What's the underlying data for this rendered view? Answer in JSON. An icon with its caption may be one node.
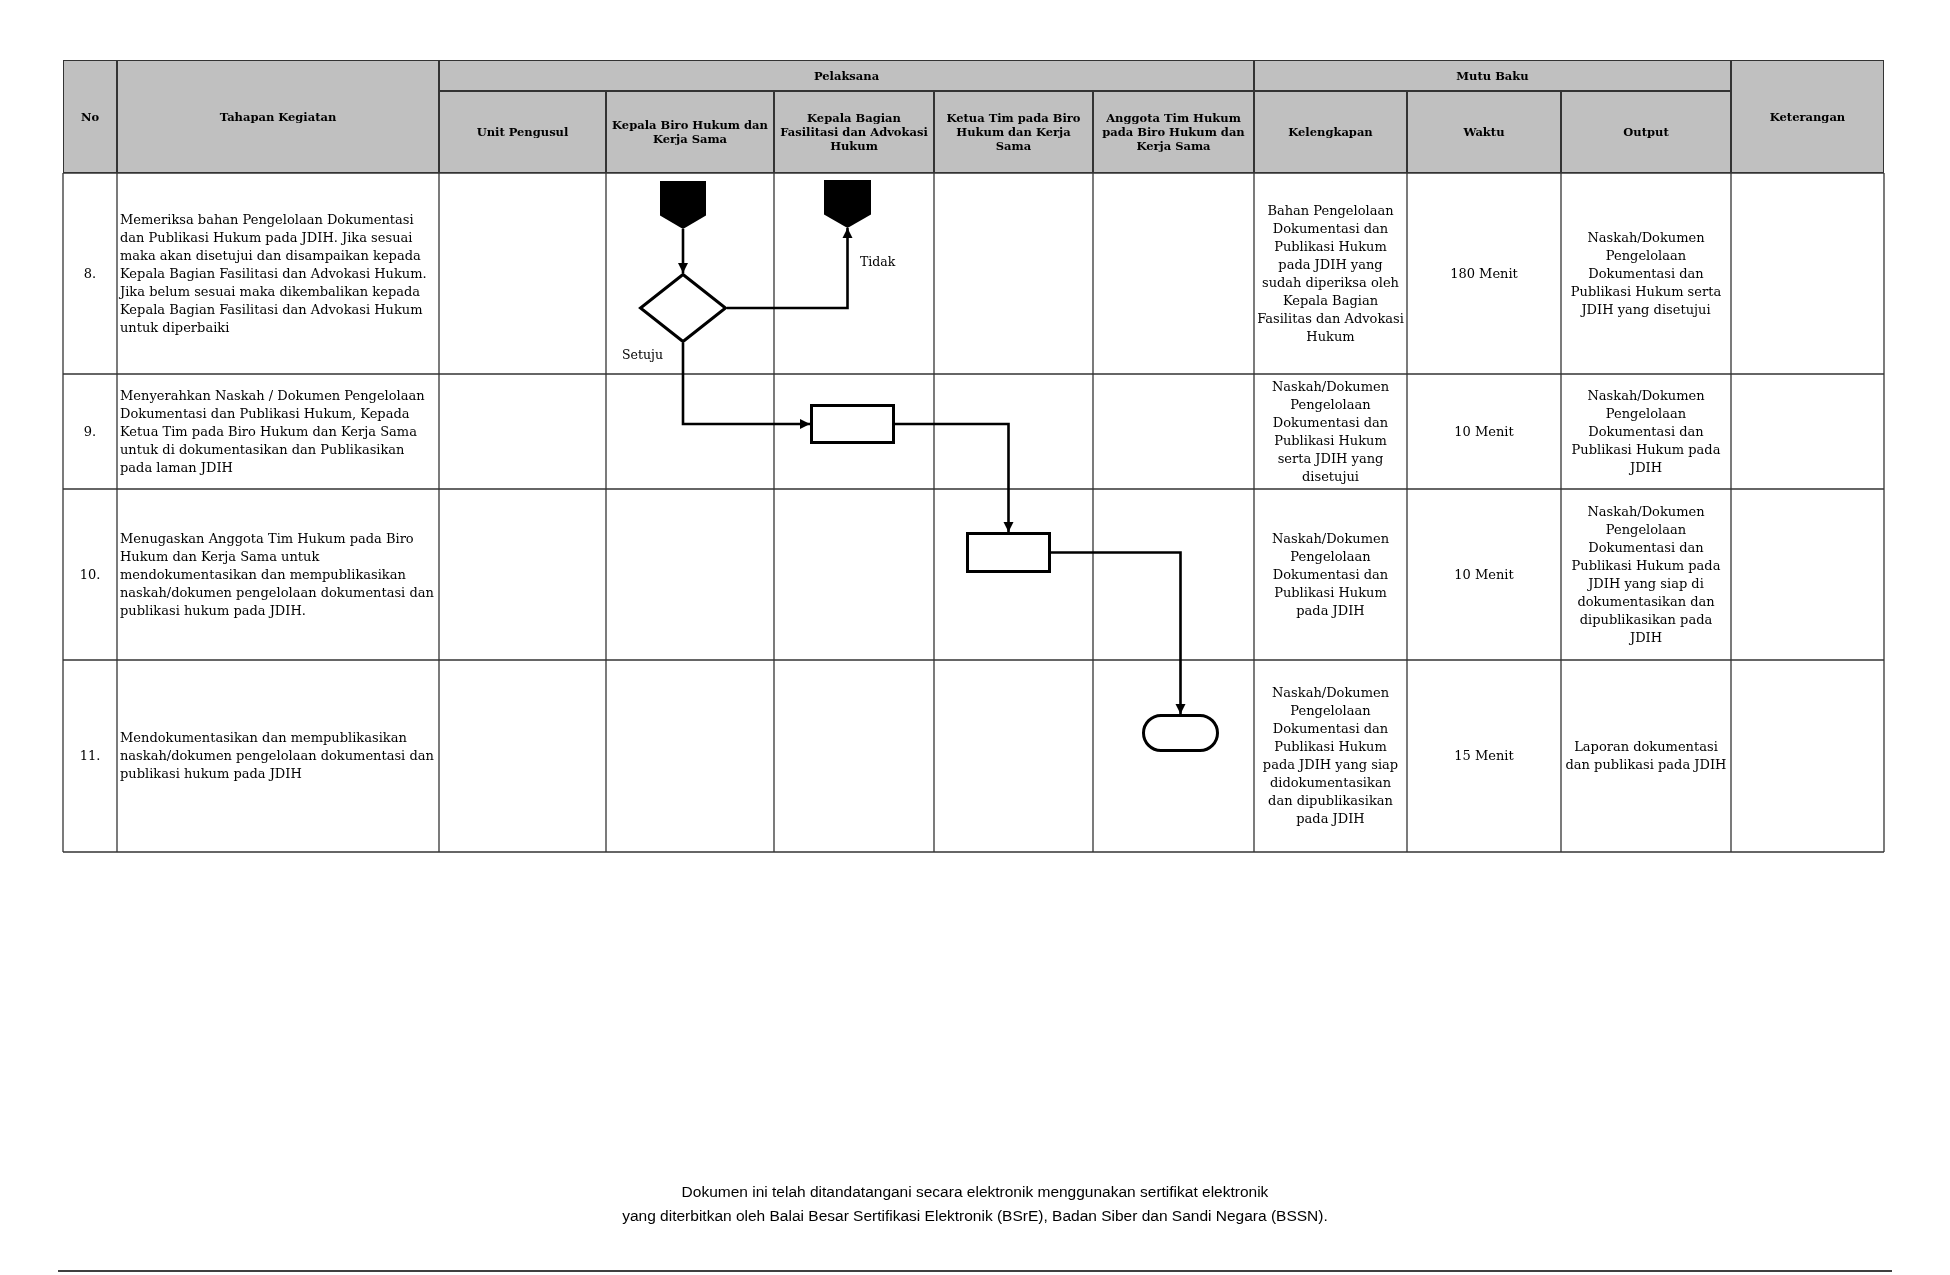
{
  "diagram": {
    "nodes": [
      {
        "text": [],
        "shape": "pentagon"
      },
      {
        "text": [],
        "shape": "diamond"
      },
      {
        "text": [],
        "shape": "pentagon"
      },
      {
        "text": [],
        "shape": "box"
      },
      {
        "text": [],
        "shape": "box"
      },
      {
        "text": [],
        "shape": "capsule"
      }
    ],
    "edges": [
      {
        "from": 0,
        "to": 1,
        "arrow": "to"
      },
      {
        "from": 1,
        "to": 2,
        "arrow": "to",
        "label": "Tidak"
      },
      {
        "from": 1,
        "to": 3,
        "arrow": "to",
        "label": "Setuju"
      },
      {
        "from": 3,
        "to": 4,
        "arrow": "to"
      },
      {
        "from": 4,
        "to": 5,
        "arrow": "to"
      }
    ],
    "labels": [
      "No",
      "Tahapan Kegiatan",
      "Pelaksana",
      "Mutu Baku",
      "Keterangan",
      "Unit Pengusul",
      "Kepala Biro Hukum dan Kerja Sama",
      "Kepala Bagian Fasilitasi dan Advokasi Hukum",
      "Ketua Tim pada Biro Hukum dan Kerja Sama",
      "Anggota Tim Hukum pada Biro Hukum dan Kerja Sama",
      "Kelengkapan",
      "Waktu",
      "Output",
      "8.",
      "Memeriksa bahan Pengelolaan Dokumentasi dan Publikasi Hukum pada JDIH. Jika sesuai maka akan disetujui dan disampaikan kepada Kepala Bagian Fasilitasi dan Advokasi Hukum. Jika belum sesuai maka dikembalikan kepada Kepala Bagian Fasilitasi dan Advokasi Hukum untuk diperbaiki",
      "Bahan Pengelolaan Dokumentasi dan Publikasi Hukum pada JDIH yang sudah diperiksa oleh Kepala Bagian Fasilitas dan Advokasi Hukum",
      "180 Menit",
      "Naskah/Dokumen Pengelolaan Dokumentasi dan Publikasi Hukum serta JDIH yang disetujui",
      "9.",
      "Menyerahkan Naskah / Dokumen Pengelolaan Dokumentasi dan Publikasi Hukum, Kepada Ketua Tim pada Biro Hukum dan Kerja Sama untuk di dokumentasikan dan Publikasikan pada laman JDIH",
      "Naskah/Dokumen Pengelolaan Dokumentasi dan Publikasi Hukum serta JDIH yang disetujui",
      "10 Menit",
      "Naskah/Dokumen Pengelolaan Dokumentasi dan Publikasi Hukum pada JDIH",
      "10.",
      "Menugaskan Anggota Tim Hukum pada Biro Hukum dan Kerja Sama untuk mendokumentasikan dan mempublikasikan naskah/dokumen pengelolaan dokumentasi dan publikasi hukum pada JDIH.",
      "Naskah/Dokumen Pengelolaan Dokumentasi dan Publikasi Hukum pada JDIH",
      "10 Menit",
      "Naskah/Dokumen Pengelolaan Dokumentasi dan Publikasi Hukum pada JDIH yang siap di dokumentasikan dan dipublikasikan pada JDIH",
      "11.",
      "Mendokumentasikan dan mempublikasikan naskah/dokumen pengelolaan dokumentasi dan publikasi hukum pada JDIH",
      "Naskah/Dokumen Pengelolaan Dokumentasi dan Publikasi Hukum pada JDIH yang siap didokumentasikan dan dipublikasikan pada JDIH",
      "15 Menit",
      "Laporan dokumentasi dan publikasi pada JDIH",
      "Dokumen ini telah ditandatangani secara elektronik menggunakan sertifikat elektronik",
      "yang diterbitkan oleh Balai Besar Sertifikasi Elektronik (BSrE), Badan Siber dan Sandi Negara (BSSN)."
    ]
  }
}
